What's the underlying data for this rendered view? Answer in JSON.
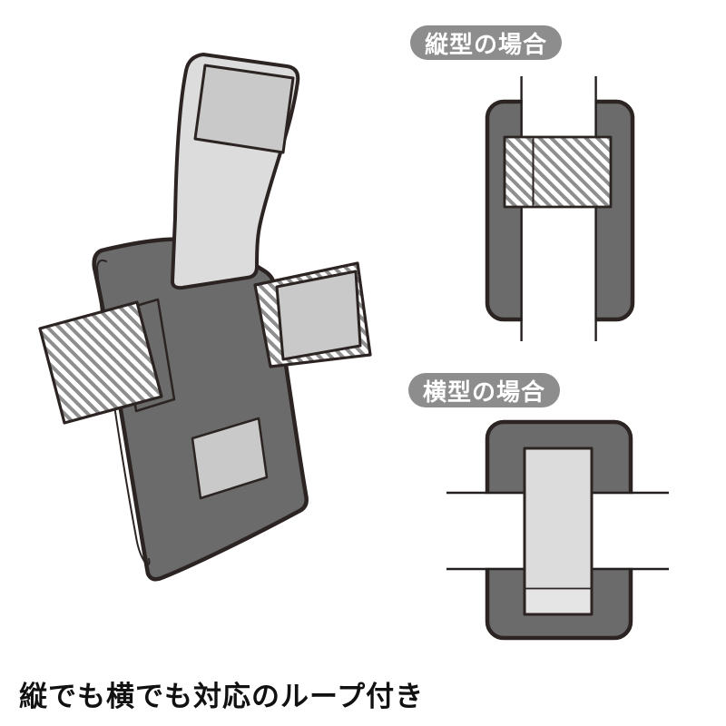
{
  "figure": {
    "type": "product-feature-diagram",
    "product": "pouch-with-loop-strap"
  },
  "diagrams": {
    "vertical": {
      "label": "縦型の場合"
    },
    "horizontal": {
      "label": "横型の場合"
    }
  },
  "caption": {
    "text": "縦でも横でも対応のループ付き"
  },
  "colors": {
    "page_bg": "#ffffff",
    "outline": "#2b2422",
    "holder_gray": "#6b6b6b",
    "pill_gray": "#8d8d8d",
    "strap_light": "#dcdcdc",
    "strap_lighter": "#e5e5e5",
    "pad_gray": "#c9c9c9",
    "hatch_stripe": "#8e8e8e",
    "line_black": "#231f1e",
    "caption_black": "#111111"
  }
}
